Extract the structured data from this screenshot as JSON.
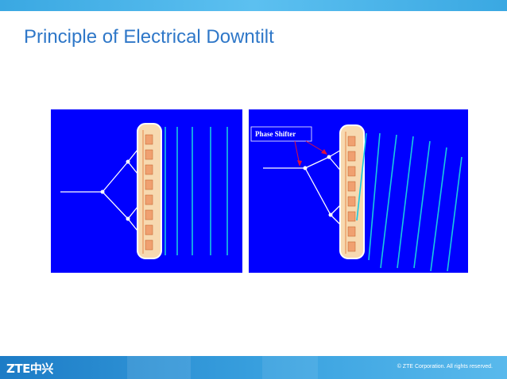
{
  "slide": {
    "title": "Principle of Electrical Downtilt"
  },
  "diagram_right": {
    "phase_shifter_label": "Phase Shifter"
  },
  "footer": {
    "logo": "ZTE中兴",
    "copyright": "© ZTE Corporation. All rights reserved."
  },
  "colors": {
    "panel_bg": "#0000ff",
    "wavefront": "#19c8e0",
    "feed_line": "#ffffff",
    "antenna_casing": "#f7d9b0",
    "element": "#f0a070",
    "label_arrow": "#e0103a"
  }
}
